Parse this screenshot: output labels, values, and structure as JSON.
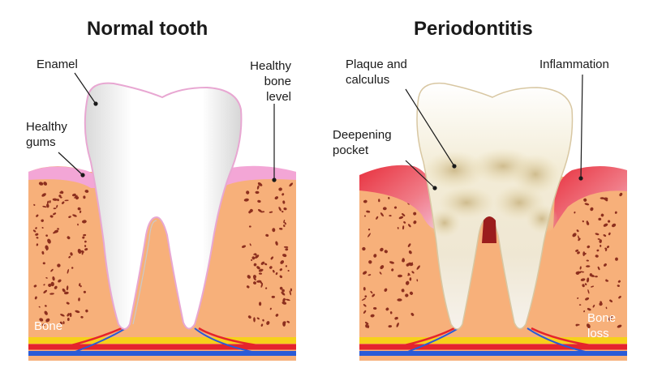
{
  "titles": {
    "normal": "Normal tooth",
    "perio": "Periodontitis"
  },
  "labels": {
    "enamel": "Enamel",
    "healthy_gums": "Healthy\ngums",
    "healthy_bone_level": "Healthy\nbone\nlevel",
    "bone": "Bone",
    "plaque_calculus": "Plaque and\ncalculus",
    "deepening_pocket": "Deepening\npocket",
    "inflammation": "Inflammation",
    "bone_loss": "Bone\nloss"
  },
  "colors": {
    "bone": "#F7B07A",
    "pores": "#8C2F1E",
    "gum_healthy": "#F3A6D6",
    "gum_inflamed": "#E8313E",
    "enamel": "#FFFFFF",
    "calculus": "#E9DEB8",
    "vein_blue": "#2A5BD7",
    "artery_red": "#E5242C",
    "nerve_yellow": "#F6D11A"
  }
}
